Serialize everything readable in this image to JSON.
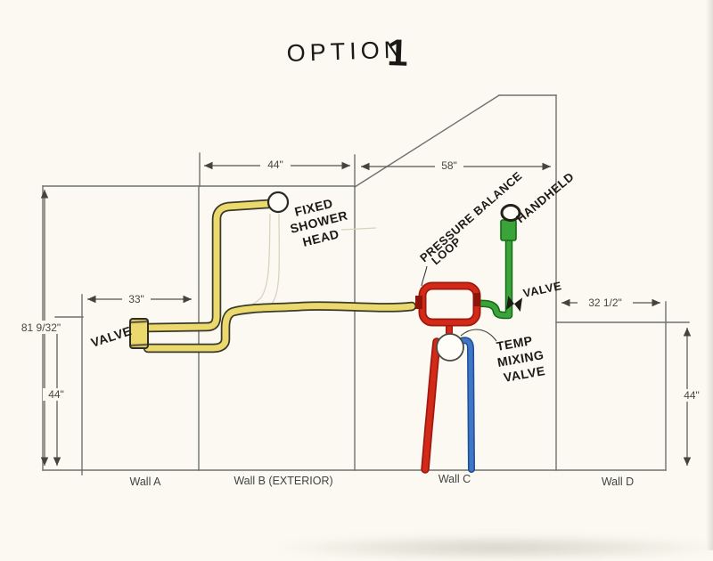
{
  "title": {
    "word": "OPTION",
    "num": "1"
  },
  "diagram": {
    "dims": {
      "wall_b_width": "44\"",
      "wall_c_width": "58\"",
      "valve_offset": "33\"",
      "wall_d_width": "32 1/2\"",
      "total_height": "81 9/32\"",
      "left_height": "44\"",
      "right_height": "44\""
    },
    "annotations": {
      "valve_left": "VALVE",
      "fixed_head": [
        "FIXED",
        "SHOWER",
        "HEAD"
      ],
      "pressure_balance": [
        "PRESSURE BALANCE",
        "LOOP"
      ],
      "handheld": "HANDHELD",
      "valve_right": "VALVE",
      "temp_mixing": [
        "TEMP",
        "MIXING",
        "VALVE"
      ]
    },
    "walls": {
      "a": "Wall A",
      "b": "Wall B (EXTERIOR)",
      "c": "Wall C",
      "d": "Wall D"
    },
    "colors": {
      "mixed_water_pipe": "#ecd96e",
      "hot_water_pipe": "#d32919",
      "cold_water_pipe": "#3f76c6",
      "handheld_pipe": "#3aa33a",
      "wall_line": "#6e726c",
      "dimension_line": "#54544c",
      "paper": "#fbf9f1"
    }
  }
}
